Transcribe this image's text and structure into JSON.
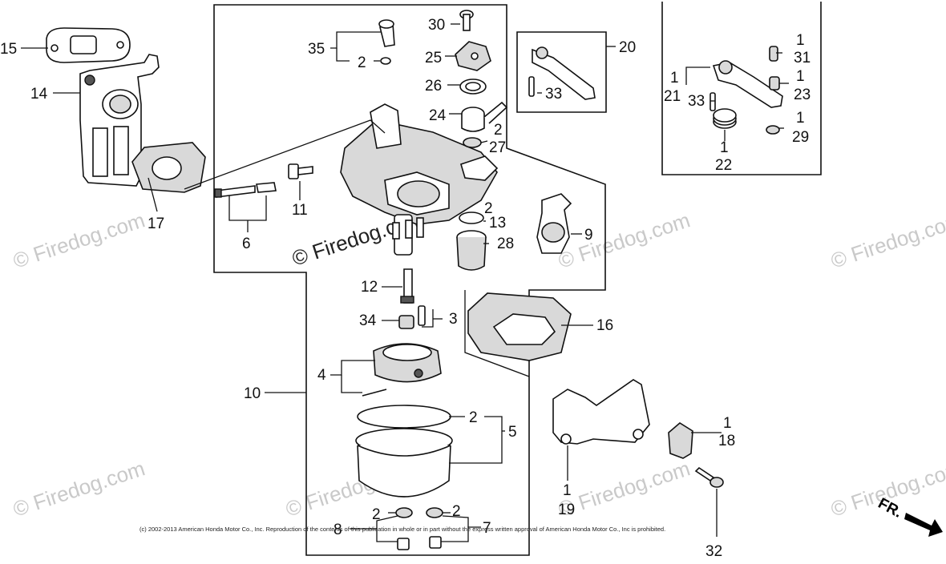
{
  "watermark": "© Firedog.com",
  "copyright": "(c) 2002-2013 American Honda Motor Co., Inc. Reproduction of the contents of this publication in whole or in part without the express written approval of American Honda Motor Co., Inc is prohibited.",
  "direction_label": "FR.",
  "callouts": {
    "c1_q21": "1",
    "c21": "21",
    "c33a": "33",
    "c1_q31": "1",
    "c31": "31",
    "c1_q23": "1",
    "c23": "23",
    "c1_q29": "1",
    "c29": "29",
    "c1_q22": "1",
    "c22": "22",
    "c15": "15",
    "c14": "14",
    "c17": "17",
    "c6": "6",
    "c11": "11",
    "c35": "35",
    "c2_q35": "2",
    "c30": "30",
    "c25": "25",
    "c26": "26",
    "c24": "24",
    "c2_q27": "2",
    "c27": "27",
    "c20": "20",
    "c33b": "33",
    "c2_q13": "2",
    "c13": "13",
    "c28": "28",
    "c9": "9",
    "c12": "12",
    "c34": "34",
    "c3": "3",
    "c16": "16",
    "c4": "4",
    "c10": "10",
    "c2_q5": "2",
    "c5": "5",
    "c2_q8": "2",
    "c8": "8",
    "c2_q7": "2",
    "c7": "7",
    "c1_q19": "1",
    "c19": "19",
    "c1_q18": "1",
    "c18": "18",
    "c32": "32"
  }
}
